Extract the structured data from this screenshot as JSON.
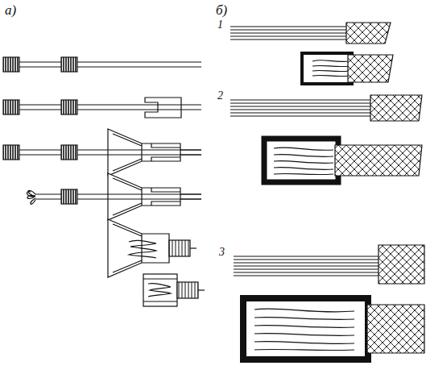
{
  "diagram": {
    "labels": [
      "а)",
      "б)",
      "1",
      "2",
      "3"
    ]
  }
}
